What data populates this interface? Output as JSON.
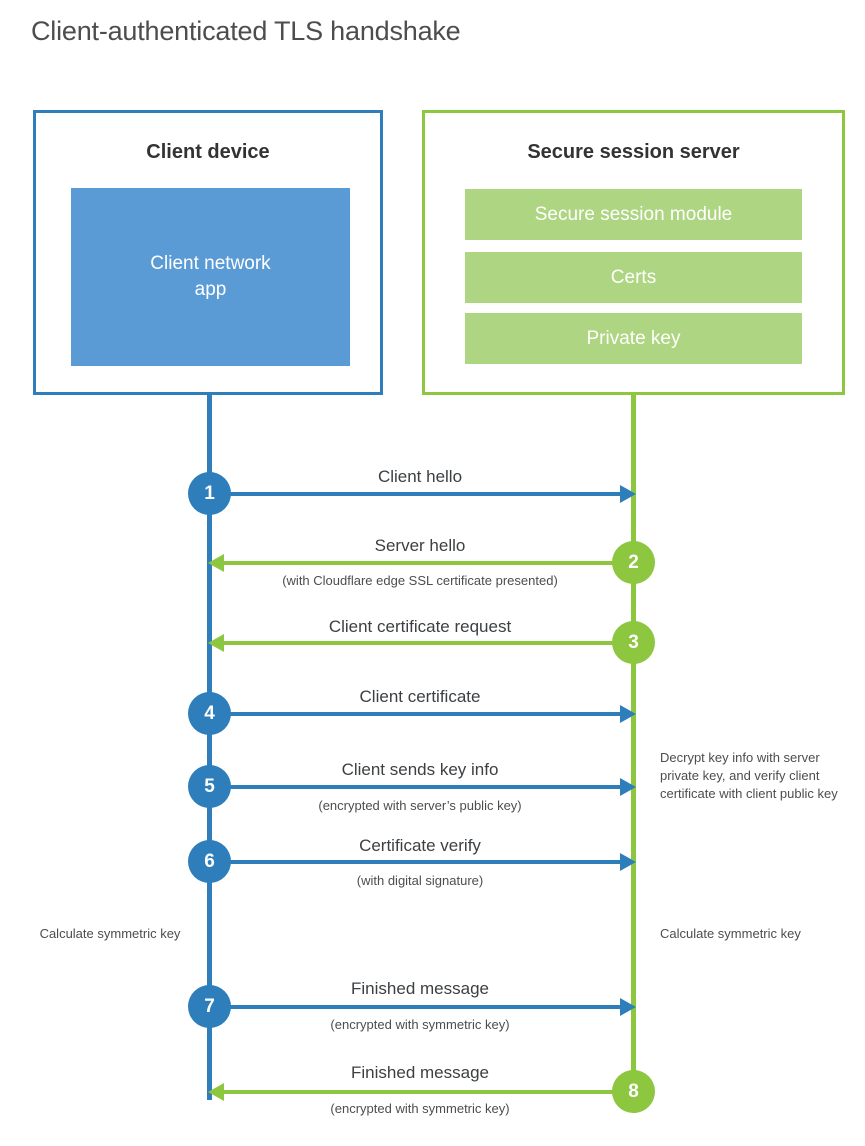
{
  "title": "Client-authenticated TLS handshake",
  "colors": {
    "client_blue": "#2e7ebb",
    "client_app_fill": "#5b9bd5",
    "server_green": "#8dc63f",
    "server_module_fill": "#aed581",
    "text": "#3c4043",
    "title_text": "#4d4d4d",
    "background": "#ffffff"
  },
  "client": {
    "title": "Client device",
    "app_label": "Client network\napp",
    "app_label_line1": "Client network",
    "app_label_line2": "app"
  },
  "server": {
    "title": "Secure session server",
    "modules": [
      {
        "label": "Secure session module"
      },
      {
        "label": "Certs"
      },
      {
        "label": "Private key"
      }
    ]
  },
  "messages": [
    {
      "step": "1",
      "label": "Client hello",
      "sublabel": "",
      "direction": "client-to-server",
      "side": "client"
    },
    {
      "step": "2",
      "label": "Server hello",
      "sublabel": "(with Cloudflare edge SSL certificate presented)",
      "direction": "server-to-client",
      "side": "server"
    },
    {
      "step": "3",
      "label": "Client certificate request",
      "sublabel": "",
      "direction": "server-to-client",
      "side": "server"
    },
    {
      "step": "4",
      "label": "Client certificate",
      "sublabel": "",
      "direction": "client-to-server",
      "side": "client"
    },
    {
      "step": "5",
      "label": "Client sends key info",
      "sublabel": "(encrypted with server’s public key)",
      "direction": "client-to-server",
      "side": "client"
    },
    {
      "step": "6",
      "label": "Certificate verify",
      "sublabel": "(with digital signature)",
      "direction": "client-to-server",
      "side": "client"
    },
    {
      "step": "7",
      "label": "Finished message",
      "sublabel": "(encrypted with symmetric key)",
      "direction": "client-to-server",
      "side": "client"
    },
    {
      "step": "8",
      "label": "Finished message",
      "sublabel": "(encrypted with symmetric key)",
      "direction": "server-to-client",
      "side": "server"
    }
  ],
  "notes": {
    "decrypt": "Decrypt key info with server private key, and verify client certificate with client public key",
    "calculate_client": "Calculate symmetric key",
    "calculate_server": "Calculate symmetric key"
  }
}
